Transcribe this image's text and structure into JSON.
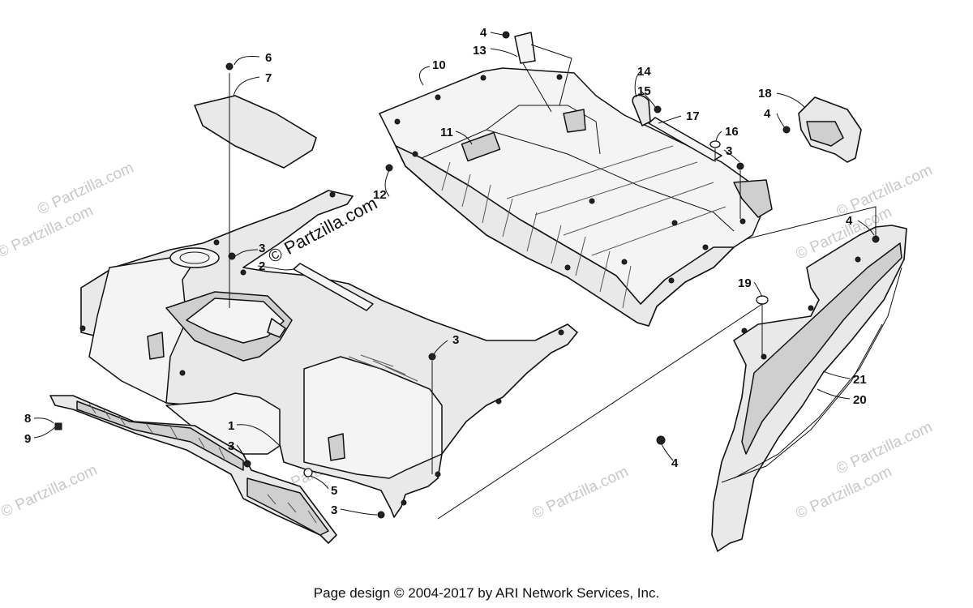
{
  "callouts": [
    {
      "id": "c6",
      "label": "6"
    },
    {
      "id": "c7",
      "label": "7"
    },
    {
      "id": "c3a",
      "label": "3"
    },
    {
      "id": "c2",
      "label": "2"
    },
    {
      "id": "c12",
      "label": "12"
    },
    {
      "id": "c10",
      "label": "10"
    },
    {
      "id": "c4a",
      "label": "4"
    },
    {
      "id": "c13",
      "label": "13"
    },
    {
      "id": "c11",
      "label": "11"
    },
    {
      "id": "c14",
      "label": "14"
    },
    {
      "id": "c15",
      "label": "15"
    },
    {
      "id": "c17",
      "label": "17"
    },
    {
      "id": "c16",
      "label": "16"
    },
    {
      "id": "c3b",
      "label": "3"
    },
    {
      "id": "c18",
      "label": "18"
    },
    {
      "id": "c4b",
      "label": "4"
    },
    {
      "id": "c4c",
      "label": "4"
    },
    {
      "id": "c19",
      "label": "19"
    },
    {
      "id": "c3c",
      "label": "3"
    },
    {
      "id": "c21",
      "label": "21"
    },
    {
      "id": "c20",
      "label": "20"
    },
    {
      "id": "c8",
      "label": "8"
    },
    {
      "id": "c9",
      "label": "9"
    },
    {
      "id": "c1",
      "label": "1"
    },
    {
      "id": "c3d",
      "label": "3"
    },
    {
      "id": "c5",
      "label": "5"
    },
    {
      "id": "c3e",
      "label": "3"
    },
    {
      "id": "c4d",
      "label": "4"
    }
  ],
  "watermarks": {
    "center": "© Partzilla.com",
    "faint": "© Partzilla.com"
  },
  "footer": "Page design © 2004-2017 by ARI Network Services, Inc."
}
